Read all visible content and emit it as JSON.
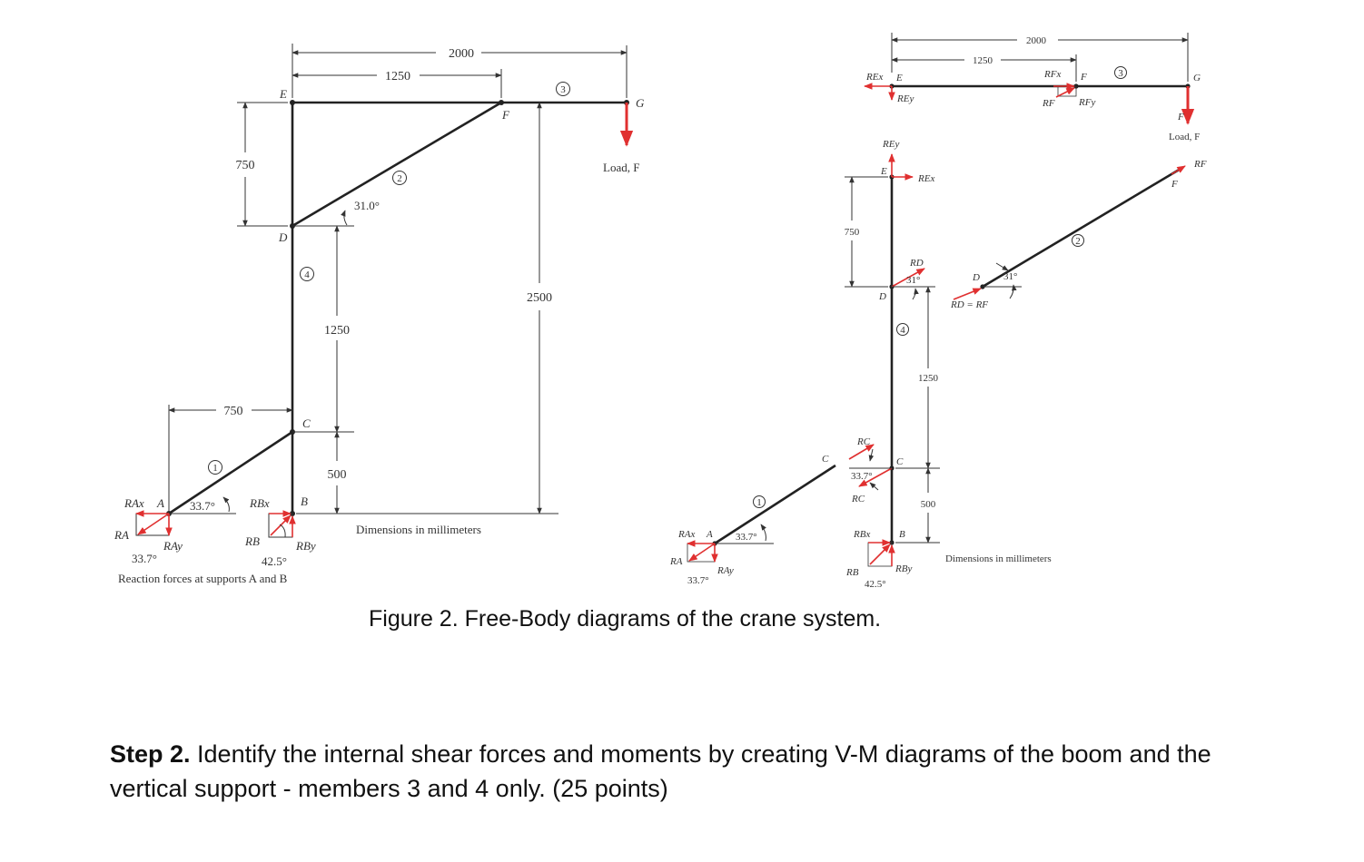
{
  "caption": "Figure 2. Free-Body diagrams of the crane system.",
  "step": {
    "label": "Step 2.",
    "text": " Identify the internal shear forces and moments by creating V-M diagrams of the boom and the vertical support - members 3 and 4 only. (25 points)"
  },
  "left_diagram": {
    "dims": {
      "d2000": "2000",
      "d1250": "1250",
      "d750_v": "750",
      "d2500": "2500",
      "d1250_v": "1250",
      "d500": "500",
      "d750_h": "750"
    },
    "points": {
      "E": "E",
      "F": "F",
      "G": "G",
      "D": "D",
      "C": "C",
      "B": "B",
      "A": "A"
    },
    "members": {
      "m1": "1",
      "m2": "2",
      "m3": "3",
      "m4": "4"
    },
    "angles": {
      "a31": "31.0°",
      "a337": "33.7°",
      "a337b": "33.7°",
      "a425": "42.5°"
    },
    "load": "Load, F",
    "forces": {
      "RAx": "RAx",
      "RA": "RA",
      "RAy": "RAy",
      "RBx": "RBx",
      "RB": "RB",
      "RBy": "RBy"
    },
    "dims_note": "Dimensions in millimeters",
    "reaction_note": "Reaction forces at supports A and B"
  },
  "right_diagram": {
    "dims": {
      "d2000": "2000",
      "d1250": "1250",
      "d750": "750",
      "d1250_v": "1250",
      "d500": "500"
    },
    "points": {
      "E_top": "E",
      "F_top": "F",
      "G": "G",
      "E": "E",
      "D": "D",
      "C": "C",
      "B": "B",
      "C_m1": "C",
      "A": "A",
      "D2": "D",
      "F2": "F",
      "F_load": "F"
    },
    "members": {
      "m1": "1",
      "m2": "2",
      "m3": "3",
      "m4": "4"
    },
    "angles": {
      "a31": "31°",
      "a31b": "31°",
      "a337": "33.7°",
      "a337b": "33.7°",
      "a337c": "33.7°",
      "a425": "42.5°"
    },
    "load": "Load, F",
    "forces": {
      "REx_top": "REx",
      "REy_top": "REy",
      "RFx": "RFx",
      "RF_top": "RF",
      "RFy": "RFy",
      "REy": "REy",
      "REx": "REx",
      "RD": "RD",
      "RC": "RC",
      "RC2": "RC",
      "RBx": "RBx",
      "RB": "RB",
      "RBy": "RBy",
      "RF2": "RF",
      "RD_eq": "RD = RF",
      "RAx": "RAx",
      "RA": "RA",
      "RAy": "RAy"
    },
    "dims_note": "Dimensions in millimeters"
  },
  "colors": {
    "member": "#222222",
    "force": "#e03030",
    "text": "#333333"
  }
}
